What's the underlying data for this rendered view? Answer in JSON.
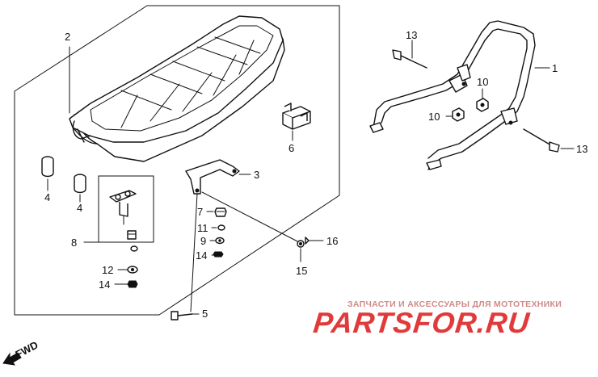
{
  "labels": {
    "p1": "1",
    "p2": "2",
    "p3": "3",
    "p4a": "4",
    "p4b": "4",
    "p5": "5",
    "p6": "6",
    "p7": "7",
    "p8": "8",
    "p9": "9",
    "p10a": "10",
    "p10b": "10",
    "p11": "11",
    "p12": "12",
    "p13a": "13",
    "p13b": "13",
    "p14a": "14",
    "p14b": "14",
    "p15": "15",
    "p16": "16"
  },
  "watermark": {
    "caption": "ЗАПЧАСТИ И АКСЕССУАРЫ ДЛЯ МОТОТЕХНИКИ",
    "logo": "PARTSFOR.RU"
  },
  "fwd": {
    "label": "FWD"
  },
  "colors": {
    "ink": "#111111",
    "watermark_red": "#e03a3a",
    "watermark_caption": "#d08a8a"
  }
}
